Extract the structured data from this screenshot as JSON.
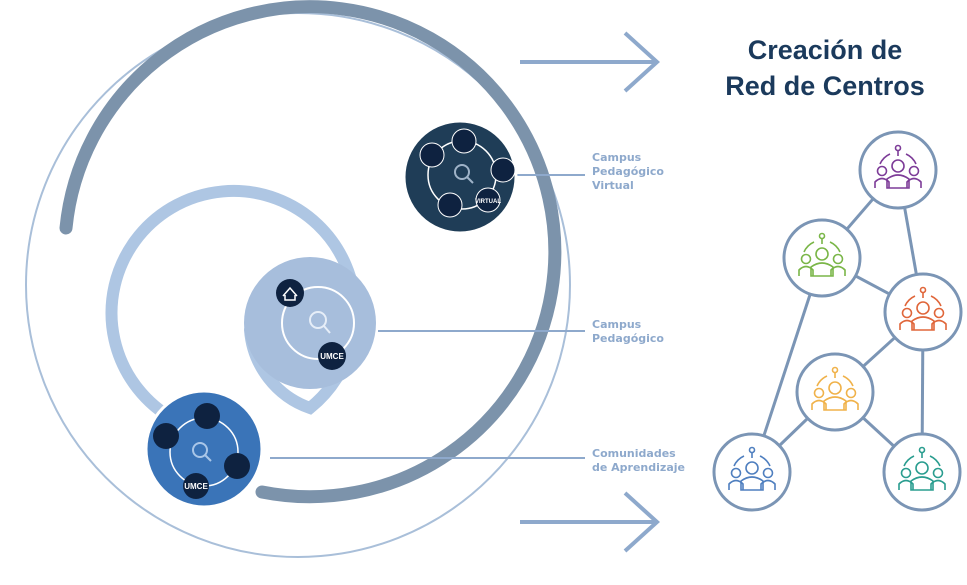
{
  "title": {
    "line1": "Creación de",
    "line2": "Red de Centros"
  },
  "labels": [
    {
      "line1": "Campus",
      "line2": "Pedagógico",
      "line3": "Virtual"
    },
    {
      "line1": "Campus",
      "line2": "Pedagógico"
    },
    {
      "line1": "Comunidades",
      "line2": "de Aprendizaje"
    }
  ],
  "badges": {
    "umce": "UMCE",
    "umce_virtual": "VIRTUAL"
  },
  "network_colors": [
    "#7d3c98",
    "#7ab648",
    "#e0663a",
    "#f0b24a",
    "#4f7fbf",
    "#2a9d8f"
  ],
  "colors": {
    "line": "#8ea9cc",
    "spiral_dark": "#7c93ab",
    "spiral_light": "#aec6e3",
    "virtual": "#1f3d57",
    "community": "#3a74b8",
    "campus": "#a7bedc",
    "node_border": "#7b95b5"
  }
}
